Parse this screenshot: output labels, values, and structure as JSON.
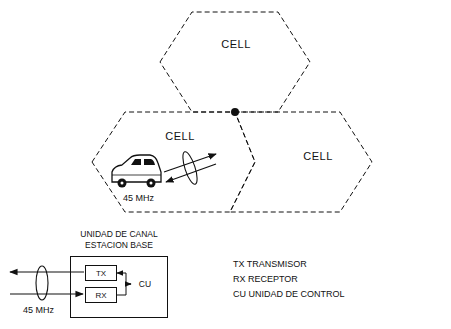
{
  "diagram": {
    "nodes": [
      {
        "text": [
          "CELL"
        ]
      },
      {
        "text": [
          "CELL"
        ]
      },
      {
        "text": [
          "CELL"
        ]
      },
      {
        "text": [
          "UNIDAD DE CANAL ESTACION BASE"
        ]
      },
      {
        "text": [
          "TX"
        ],
        "in": 3
      },
      {
        "text": [
          "RX"
        ],
        "in": 3
      },
      {
        "text": [
          "CU"
        ],
        "in": 3
      }
    ],
    "edges": [
      {
        "from": 6,
        "to": 4,
        "arrow": "to"
      },
      {
        "from": 5,
        "to": 6,
        "arrow": "to"
      }
    ],
    "labels": [
      "45 MHz",
      "45 MHz",
      "TX TRANSMISOR",
      "RX RECEPTOR",
      "CU UNIDAD DE CONTROL"
    ]
  }
}
